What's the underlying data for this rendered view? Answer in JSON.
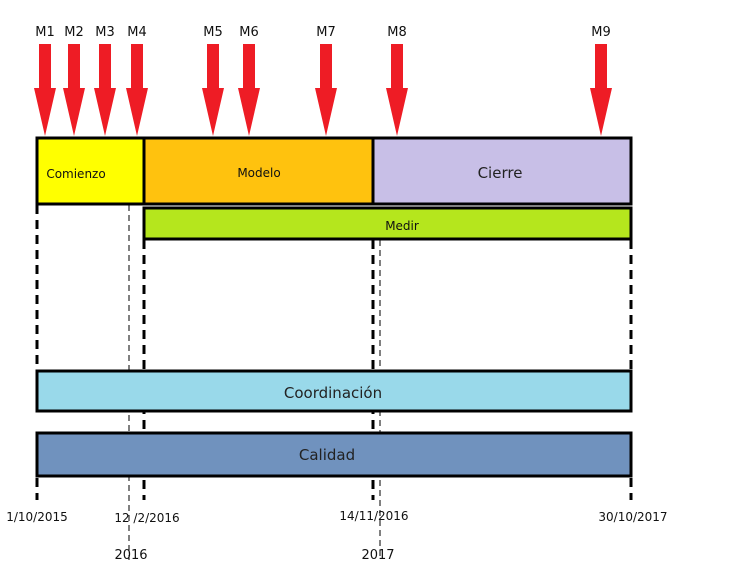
{
  "milestones": [
    "M1",
    "M2",
    "M3",
    "M4",
    "M5",
    "M6",
    "M7",
    "M8",
    "M9"
  ],
  "phases": {
    "comienzo": "Comienzo",
    "modelo": "Modelo",
    "cierre": "Cierre",
    "medir": "Medir",
    "coordinacion": "Coordinación",
    "calidad": "Calidad"
  },
  "dates": {
    "start": "1/10/2015",
    "d2": "12 /2/2016",
    "d3": "14/11/2016",
    "end": "30/10/2017"
  },
  "years": {
    "y2016": "2016",
    "y2017": "2017"
  },
  "colors": {
    "arrow": "#ee1c25",
    "comienzo": "#ffff00",
    "modelo": "#ffc20e",
    "cierre": "#c8bfe7",
    "medir": "#b5e61d",
    "coordinacion": "#99d9ea",
    "calidad": "#7092be"
  }
}
